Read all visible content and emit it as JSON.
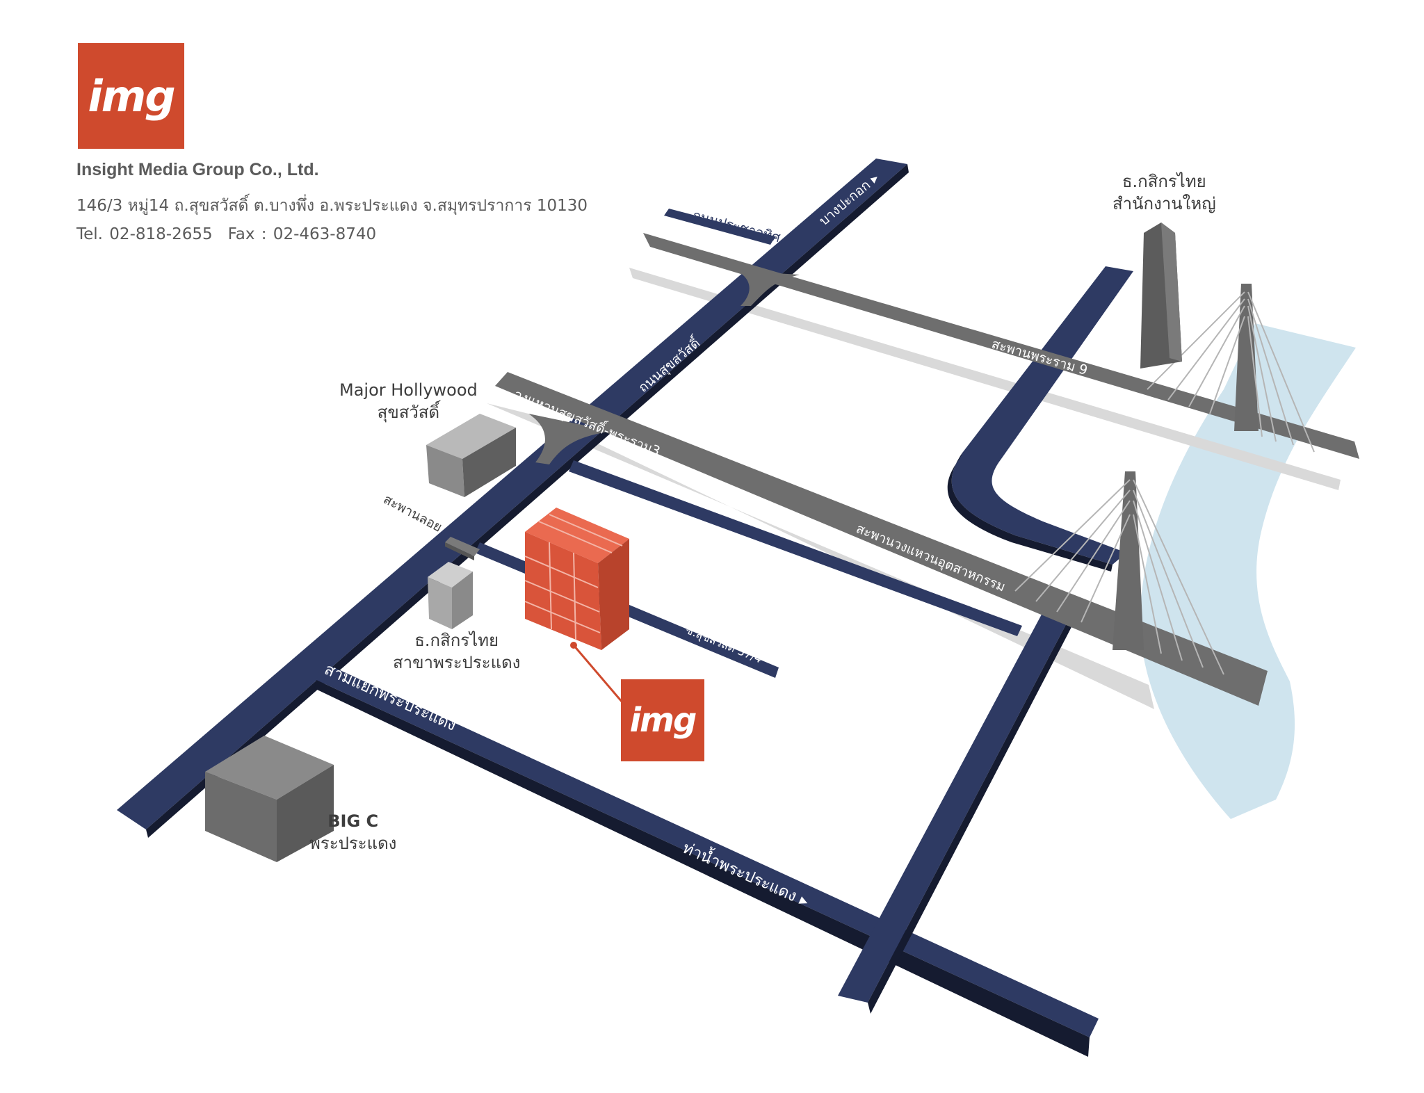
{
  "colors": {
    "road": "#2e3a63",
    "road_dark": "#151b30",
    "expressway": "#6e6e6e",
    "expressway_shadow": "#d9d9d9",
    "river": "#cfe4ee",
    "brand": "#cf4a2d",
    "text": "#5b5b5b"
  },
  "logo": {
    "text": "img"
  },
  "marker": {
    "text": "img"
  },
  "company": {
    "name": "Insight Media Group Co., Ltd.",
    "address": "146/3 หมู่14 ถ.สุขสวัสดิ์ ต.บางพึ่ง อ.พระประแดง จ.สมุทรปราการ 10130",
    "tel": "Tel. 02-818-2655",
    "fax": "Fax : 02-463-8740"
  },
  "roads": {
    "pracha_uthit": "ถนนประชาอุทิศ",
    "bang_pakok": "บางปะกอก ▸",
    "suksawat": "ถนนสุขสวัสดิ์",
    "rama9_bridge": "สะพานพระราม 9",
    "ring_road": "วงแหวนสุขสวัสดิ์-พระราม3",
    "industrial_ring_bridge": "สะพานวงแหวนอุตสาหกรรม",
    "overpass": "สะพานลอย",
    "soi": "ซ.สุขสวัสดิ์ 37/4",
    "phra_pradaeng_junction": "สามแยกพระประแดง",
    "phra_pradaeng_pier": "ท่าน้ำพระประแดง ▸"
  },
  "places": {
    "kbank_hq_line1": "ธ.กสิกรไทย",
    "kbank_hq_line2": "สำนักงานใหญ่",
    "major_line1": "Major Hollywood",
    "major_line2": "สุขสวัสดิ์",
    "kbank_branch_line1": "ธ.กสิกรไทย",
    "kbank_branch_line2": "สาขาพระประแดง",
    "bigc_line1": "BIG C",
    "bigc_line2": "พระประแดง"
  }
}
